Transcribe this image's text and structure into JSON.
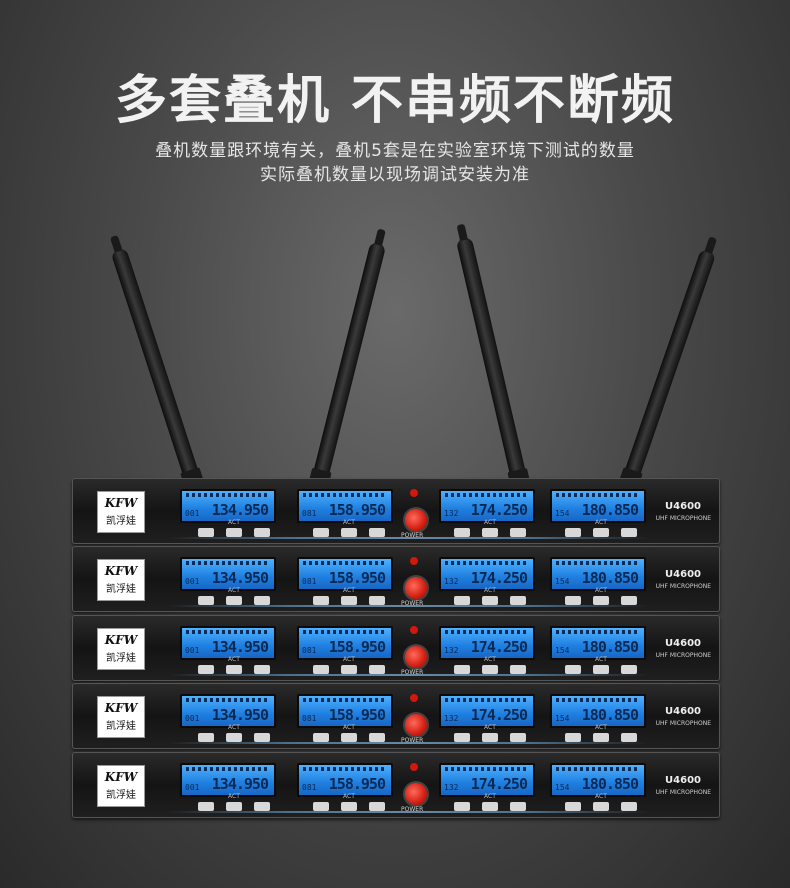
{
  "headline": "多套叠机 不串频不断频",
  "subtitle_line1": "叠机数量跟环境有关，叠机5套是在实验室环境下测试的数量",
  "subtitle_line2": "实际叠机数量以现场调试安装为准",
  "units": [
    {
      "logo_brand": "KFW",
      "logo_cn": "凯浮娃",
      "model": "U4600",
      "model_sub": "UHF MICROPHONE",
      "power_label": "POWER",
      "channels": [
        {
          "ch": "001",
          "freq": "134.950"
        },
        {
          "ch": "081",
          "freq": "158.950"
        },
        {
          "ch": "132",
          "freq": "174.250"
        },
        {
          "ch": "154",
          "freq": "180.850"
        }
      ]
    },
    {
      "logo_brand": "KFW",
      "logo_cn": "凯浮娃",
      "model": "U4600",
      "model_sub": "UHF MICROPHONE",
      "power_label": "POWER",
      "channels": [
        {
          "ch": "001",
          "freq": "134.950"
        },
        {
          "ch": "081",
          "freq": "158.950"
        },
        {
          "ch": "132",
          "freq": "174.250"
        },
        {
          "ch": "154",
          "freq": "180.850"
        }
      ]
    },
    {
      "logo_brand": "KFW",
      "logo_cn": "凯浮娃",
      "model": "U4600",
      "model_sub": "UHF MICROPHONE",
      "power_label": "POWER",
      "channels": [
        {
          "ch": "001",
          "freq": "134.950"
        },
        {
          "ch": "081",
          "freq": "158.950"
        },
        {
          "ch": "132",
          "freq": "174.250"
        },
        {
          "ch": "154",
          "freq": "180.850"
        }
      ]
    },
    {
      "logo_brand": "KFW",
      "logo_cn": "凯浮娃",
      "model": "U4600",
      "model_sub": "UHF MICROPHONE",
      "power_label": "POWER",
      "channels": [
        {
          "ch": "001",
          "freq": "134.950"
        },
        {
          "ch": "081",
          "freq": "158.950"
        },
        {
          "ch": "132",
          "freq": "174.250"
        },
        {
          "ch": "154",
          "freq": "180.850"
        }
      ]
    },
    {
      "logo_brand": "KFW",
      "logo_cn": "凯浮娃",
      "model": "U4600",
      "model_sub": "UHF MICROPHONE",
      "power_label": "POWER",
      "channels": [
        {
          "ch": "001",
          "freq": "134.950"
        },
        {
          "ch": "081",
          "freq": "158.950"
        },
        {
          "ch": "132",
          "freq": "174.250"
        },
        {
          "ch": "154",
          "freq": "180.850"
        }
      ]
    }
  ],
  "button_act_label": "ACT"
}
